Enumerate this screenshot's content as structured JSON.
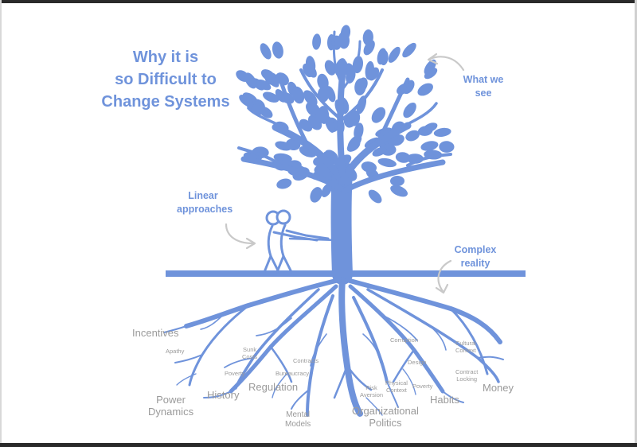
{
  "title": {
    "lines": [
      "Why it is",
      "so Difficult to",
      "Change Systems"
    ]
  },
  "callouts": {
    "what_we_see": [
      "What we",
      "see"
    ],
    "linear_approaches": [
      "Linear",
      "approaches"
    ],
    "complex_reality": [
      "Complex",
      "reality"
    ]
  },
  "root_labels": {
    "incentives": "Incentives",
    "apathy": "Apathy",
    "power_dynamics": [
      "Power",
      "Dynamics"
    ],
    "history": "History",
    "poverty_left": "Poverty",
    "sunk_costs": [
      "Sunk",
      "Costs"
    ],
    "regulation": "Regulation",
    "bureaucracy": "Bureaucracy",
    "contracts": "Contracts",
    "mental_models": [
      "Mental",
      "Models"
    ],
    "corruption": "Corruption",
    "design": "Design",
    "risk_aversion": [
      "Risk",
      "Aversion"
    ],
    "physical_context": [
      "Physical",
      "Context"
    ],
    "poverty_right": "Poverty",
    "organizational_politics": [
      "Organizational",
      "Politics"
    ],
    "habits": "Habits",
    "cultural_context": [
      "Cultural",
      "Context"
    ],
    "contract_locking": [
      "Contract",
      "Locking"
    ],
    "money": "Money"
  },
  "colors": {
    "accent": "#6f93db",
    "label_gray": "#9a9a9a"
  }
}
